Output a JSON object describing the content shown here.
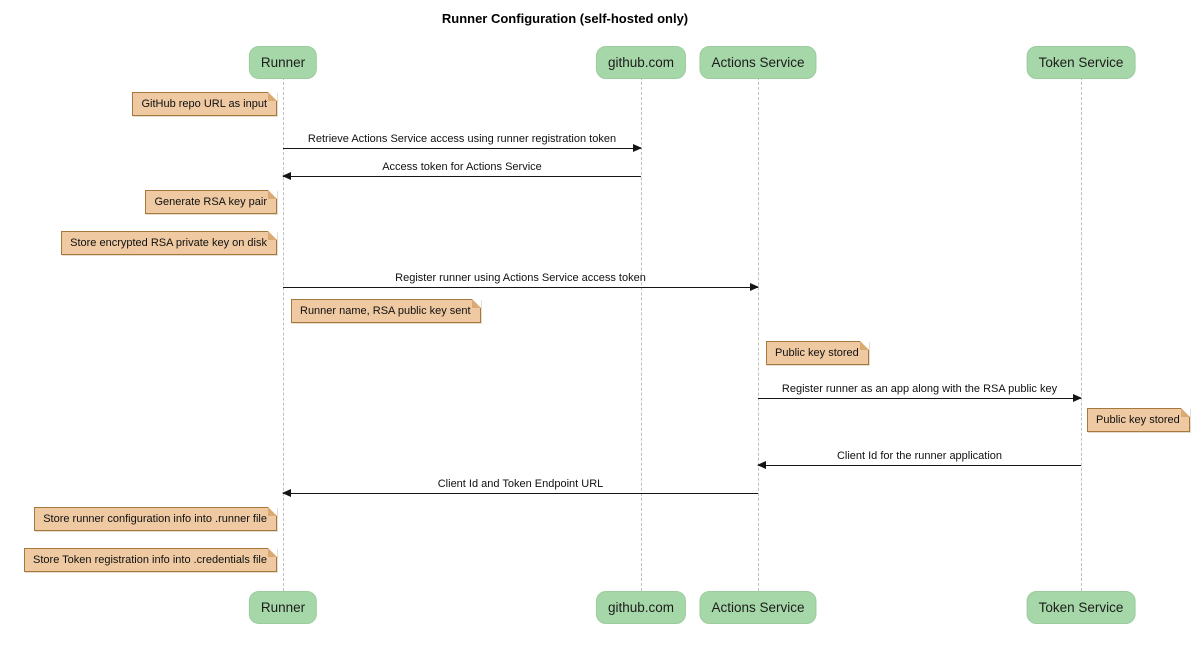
{
  "title": "Runner Configuration (self-hosted only)",
  "diagram_type": "sequence",
  "colors": {
    "participant_fill": "#a6d7a8",
    "participant_border": "#9ccc9e",
    "note_fill": "#eec9a2",
    "note_border": "#a5793d",
    "note_fold": "#d9ab72",
    "lifeline": "#bfbfbf",
    "arrow": "#151515"
  },
  "participants": [
    {
      "label": "Runner"
    },
    {
      "label": "github.com"
    },
    {
      "label": "Actions Service"
    },
    {
      "label": "Token Service"
    }
  ],
  "messages": [
    {
      "label": "Retrieve Actions Service access using runner registration token",
      "from": "Runner",
      "to": "github.com"
    },
    {
      "label": "Access token for Actions Service",
      "from": "github.com",
      "to": "Runner"
    },
    {
      "label": "Register runner using Actions Service access token",
      "from": "Runner",
      "to": "Actions Service"
    },
    {
      "label": "Register runner as an app along with the RSA public key",
      "from": "Actions Service",
      "to": "Token Service"
    },
    {
      "label": "Client Id for the runner application",
      "from": "Token Service",
      "to": "Actions Service"
    },
    {
      "label": "Client Id and Token Endpoint URL",
      "from": "Actions Service",
      "to": "Runner"
    }
  ],
  "notes": [
    {
      "label": "GitHub repo URL as input",
      "position": "left of Runner"
    },
    {
      "label": "Generate RSA key pair",
      "position": "left of Runner"
    },
    {
      "label": "Store encrypted RSA private key on disk",
      "position": "left of Runner"
    },
    {
      "label": "Runner name, RSA public key sent",
      "position": "right of Runner"
    },
    {
      "label": "Public key stored",
      "position": "right of Actions Service"
    },
    {
      "label": "Public key stored",
      "position": "right of Token Service"
    },
    {
      "label": "Store runner configuration info into .runner file",
      "position": "left of Runner"
    },
    {
      "label": "Store Token registration info into .credentials file",
      "position": "left of Runner"
    }
  ]
}
